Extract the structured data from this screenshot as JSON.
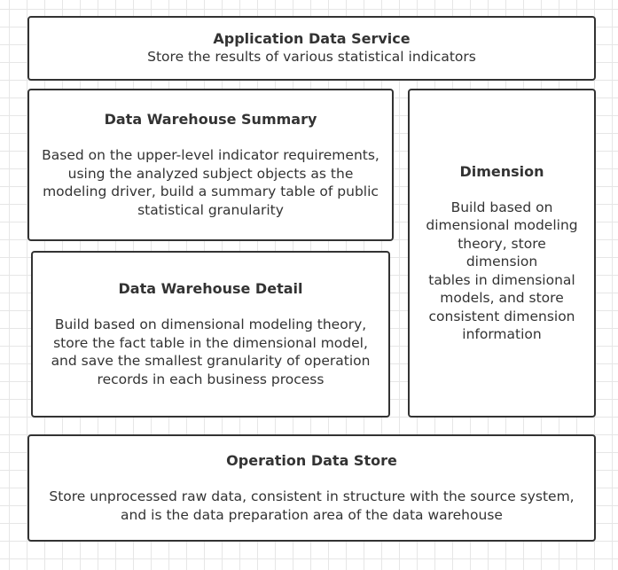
{
  "diagram": {
    "application_data_service": {
      "title": "Application Data Service",
      "description": "Store the results of various statistical indicators"
    },
    "data_warehouse_summary": {
      "title": "Data Warehouse Summary",
      "description": "Based on the upper-level indicator requirements,\nusing the analyzed subject objects as the\nmodeling driver, build a summary table of public\nstatistical granularity"
    },
    "dimension": {
      "title": "Dimension",
      "description": "Build based on\ndimensional modeling\ntheory, store dimension\ntables in dimensional\nmodels, and store\nconsistent dimension\ninformation"
    },
    "data_warehouse_detail": {
      "title": "Data Warehouse Detail",
      "description": "Build based on dimensional modeling theory,\nstore the fact table in the dimensional model,\nand save the smallest granularity of operation\nrecords in each business process"
    },
    "operation_data_store": {
      "title": "Operation Data Store",
      "description": "Store unprocessed raw data, consistent in structure with the source system,\nand is the data preparation area of the data warehouse"
    }
  }
}
